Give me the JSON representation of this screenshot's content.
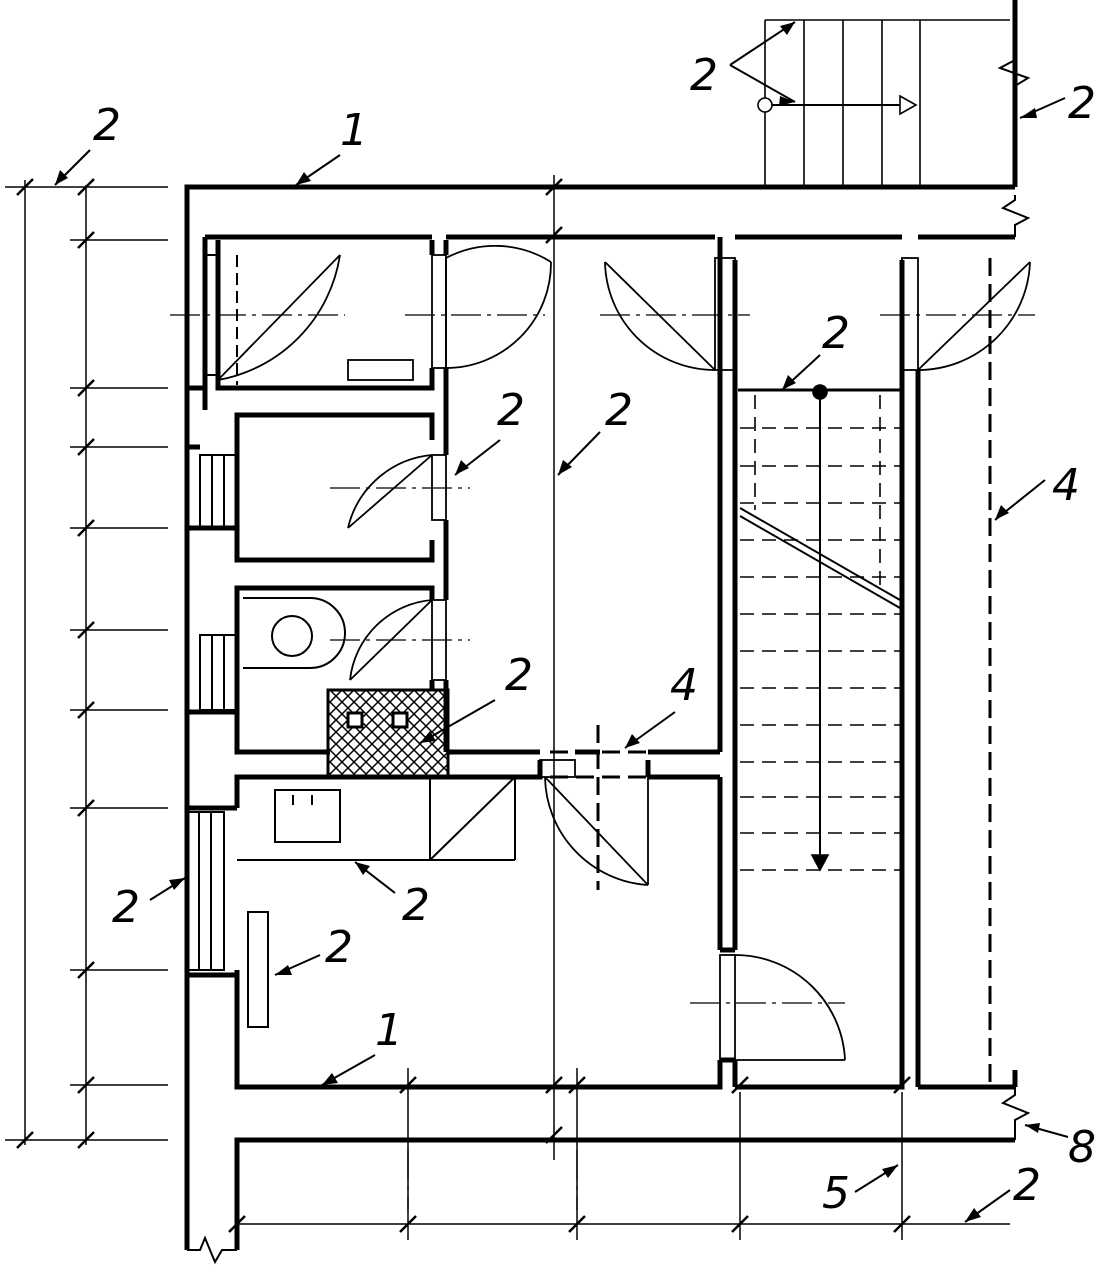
{
  "drawing": {
    "line_color": "#000000",
    "background_color": "#ffffff",
    "callouts": [
      {
        "id": "c-2-stair-outside",
        "label": "2"
      },
      {
        "id": "c-2-top-right",
        "label": "2"
      },
      {
        "id": "c-2-top-left",
        "label": "2"
      },
      {
        "id": "c-1-top",
        "label": "1"
      },
      {
        "id": "c-2-stair-top",
        "label": "2"
      },
      {
        "id": "c-2-door-bedroom",
        "label": "2"
      },
      {
        "id": "c-2-corridor-axis",
        "label": "2"
      },
      {
        "id": "c-4-right",
        "label": "4"
      },
      {
        "id": "c-2-ducts",
        "label": "2"
      },
      {
        "id": "c-4-center",
        "label": "4"
      },
      {
        "id": "c-2-left-window",
        "label": "2"
      },
      {
        "id": "c-2-counter",
        "label": "2"
      },
      {
        "id": "c-2-radiator",
        "label": "2"
      },
      {
        "id": "c-1-bottom",
        "label": "1"
      },
      {
        "id": "c-8-bottom-right",
        "label": "8"
      },
      {
        "id": "c-5-bottom",
        "label": "5"
      },
      {
        "id": "c-2-bottom-right",
        "label": "2"
      }
    ]
  }
}
